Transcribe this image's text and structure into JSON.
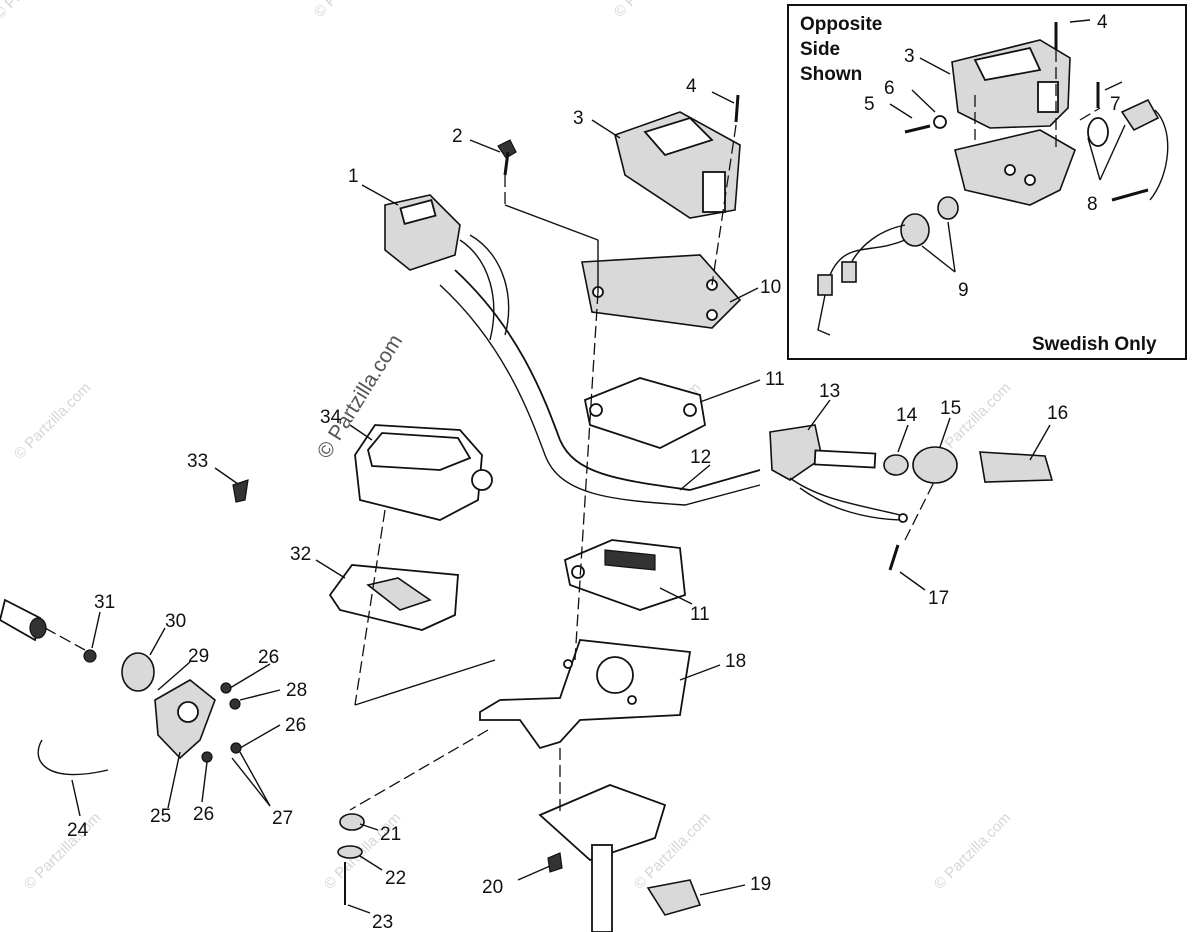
{
  "diagram": {
    "inset": {
      "title_lines": [
        "Opposite",
        "Side",
        "Shown"
      ],
      "footer": "Swedish Only"
    },
    "watermark": {
      "main": "© Partzilla.com",
      "repeat": "© Partzilla.com"
    },
    "callouts": {
      "c1": "1",
      "c2": "2",
      "c3": "3",
      "c4": "4",
      "c10": "10",
      "c11a": "11",
      "c11b": "11",
      "c12": "12",
      "c13": "13",
      "c14": "14",
      "c15": "15",
      "c16": "16",
      "c17": "17",
      "c18": "18",
      "c19": "19",
      "c20": "20",
      "c21": "21",
      "c22": "22",
      "c23": "23",
      "c24": "24",
      "c25": "25",
      "c26a": "26",
      "c26b": "26",
      "c26c": "26",
      "c27": "27",
      "c28": "28",
      "c29": "29",
      "c30": "30",
      "c31": "31",
      "c32": "32",
      "c33": "33",
      "c34": "34",
      "i3": "3",
      "i4": "4",
      "i5": "5",
      "i6": "6",
      "i7": "7",
      "i8": "8",
      "i9": "9"
    }
  }
}
